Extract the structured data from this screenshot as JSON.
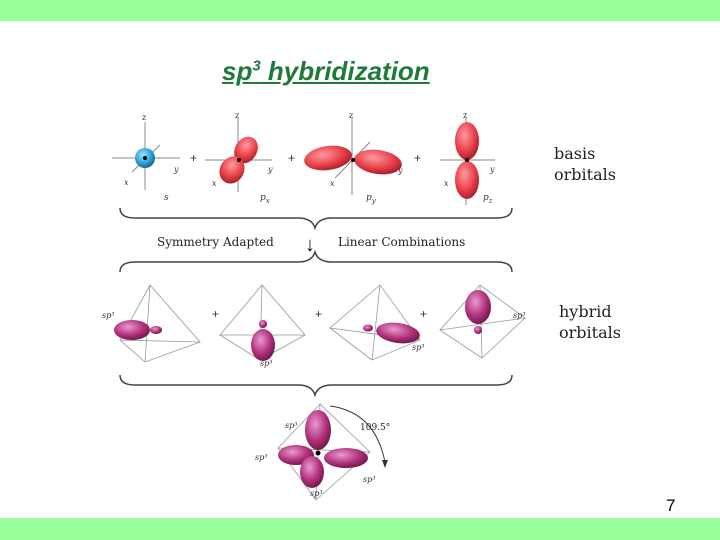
{
  "slide": {
    "title_main": "sp",
    "title_sup": "3",
    "title_rest": " hybridization",
    "page_number": "7"
  },
  "diagram": {
    "axis_labels": {
      "z": "z",
      "x": "x",
      "y": "y"
    },
    "basis_orbitals": [
      {
        "label": "s"
      },
      {
        "label": "p",
        "sub": "x"
      },
      {
        "label": "p",
        "sub": "y"
      },
      {
        "label": "p",
        "sub": "z"
      }
    ],
    "plus": "+",
    "basis_heading": [
      "basis",
      "orbitals"
    ],
    "salc_left": "Symmetry Adapted",
    "salc_right": "Linear Combinations",
    "arrow": "↓",
    "hybrid_label": "sp³",
    "hybrid_heading": [
      "hybrid",
      "orbitals"
    ],
    "bond_angle": "109.5°",
    "colors": {
      "s_orbital": "#2a9fd6",
      "p_orbital": "#e8404a",
      "hybrid_orbital": "#b0307a"
    }
  }
}
